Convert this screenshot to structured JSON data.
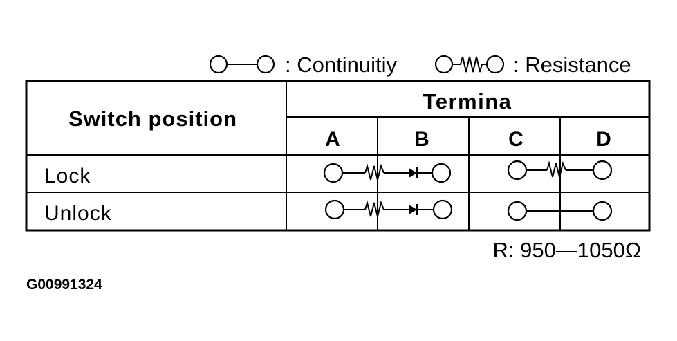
{
  "legend": {
    "continuity_label": ": Continuitiy",
    "resistance_label": ": Resistance",
    "continuity_symbol": "continuity-symbol",
    "resistance_symbol": "resistance-symbol"
  },
  "table": {
    "row_header": "Switch position",
    "column_group_header": "Termina",
    "terminals": [
      "A",
      "B",
      "C",
      "D"
    ],
    "rows": [
      {
        "label": "Lock",
        "connections": [
          {
            "from": "A",
            "to": "B",
            "type": "resistor-diode"
          },
          {
            "from": "C",
            "to": "D",
            "type": "resistor"
          }
        ]
      },
      {
        "label": "Unlock",
        "connections": [
          {
            "from": "A",
            "to": "B",
            "type": "resistor-diode"
          },
          {
            "from": "C",
            "to": "D",
            "type": "continuity"
          }
        ]
      }
    ]
  },
  "resistance_note": "R: 950—1050Ω",
  "figure_code": "G00991324"
}
